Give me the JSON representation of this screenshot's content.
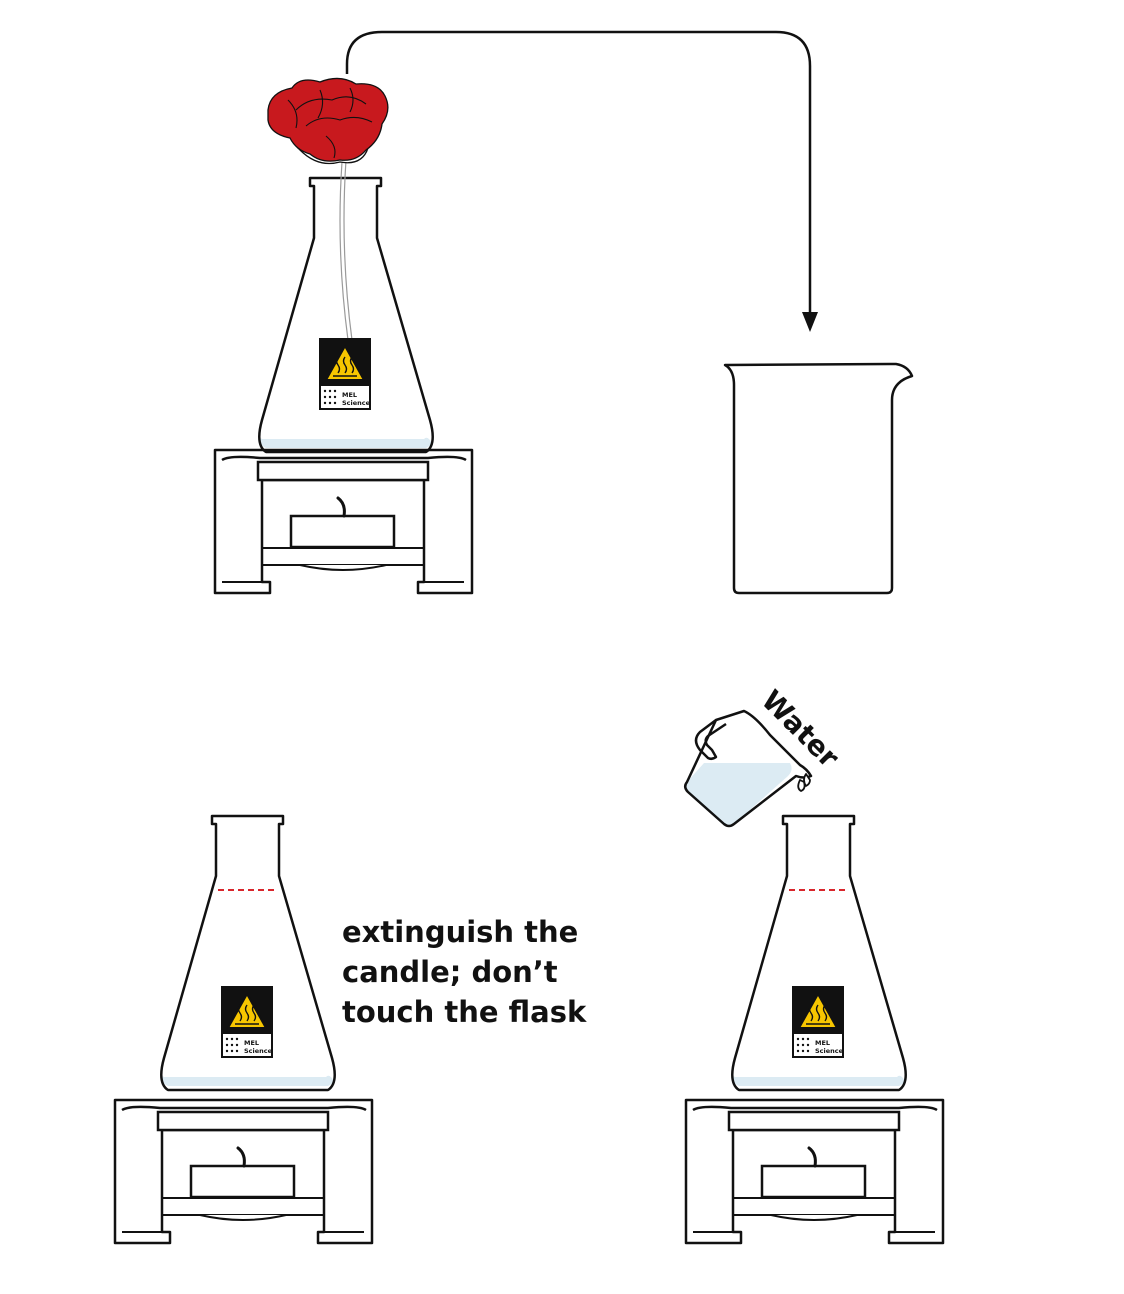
{
  "instruction": {
    "lines": [
      "extinguish the",
      "candle; don’t",
      "touch the flask"
    ]
  },
  "warning_label": {
    "brand_line1": "MEL",
    "brand_line2": "Science",
    "icon": "hot-surface-icon"
  },
  "water_jug": {
    "label": "Water",
    "icon": "pitcher-icon"
  },
  "rose": {
    "icon": "rose-icon"
  },
  "colors": {
    "outline": "#111111",
    "rose_red": "#c8191e",
    "water_blue": "#dcebf3",
    "hazard_yellow": "#f7c600",
    "fill_line_red": "#d9262c",
    "label_black": "#111111"
  }
}
